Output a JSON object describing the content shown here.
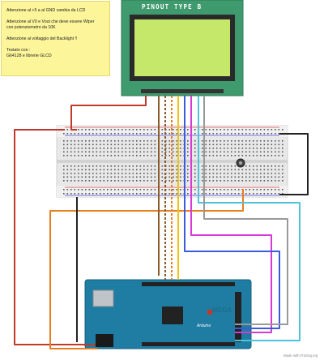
{
  "note": {
    "lines": [
      "Attenzione al +5 a al GND cambia da LCD",
      "",
      "Attenzione al V0 e Vout che deve essere Wiper",
      "con potenziometro da 10K",
      "",
      "Attenzione al voltaggio del Backlight !!",
      "",
      "Testato con :",
      "G64128 e librerie GLCD"
    ]
  },
  "lcd": {
    "title": "PINOUT TYPE B"
  },
  "board": {
    "model": "MEGA",
    "brand": "Arduino"
  },
  "credit": "Made with Fritzing.org",
  "colors": {
    "lcd_pcb": "#3f9a6e",
    "lcd_screen": "#c5e86a",
    "arduino": "#1f7ca3",
    "breadboard": "#e8e8e8",
    "wire_red": "#c0392b",
    "wire_black": "#222222",
    "wire_orange": "#e67e22",
    "wire_cyan": "#4fc3d9",
    "wire_magenta": "#d63ad6",
    "wire_blue": "#3b5bdb",
    "wire_yellow": "#f1c40f",
    "wire_brown": "#8b5a2b"
  }
}
